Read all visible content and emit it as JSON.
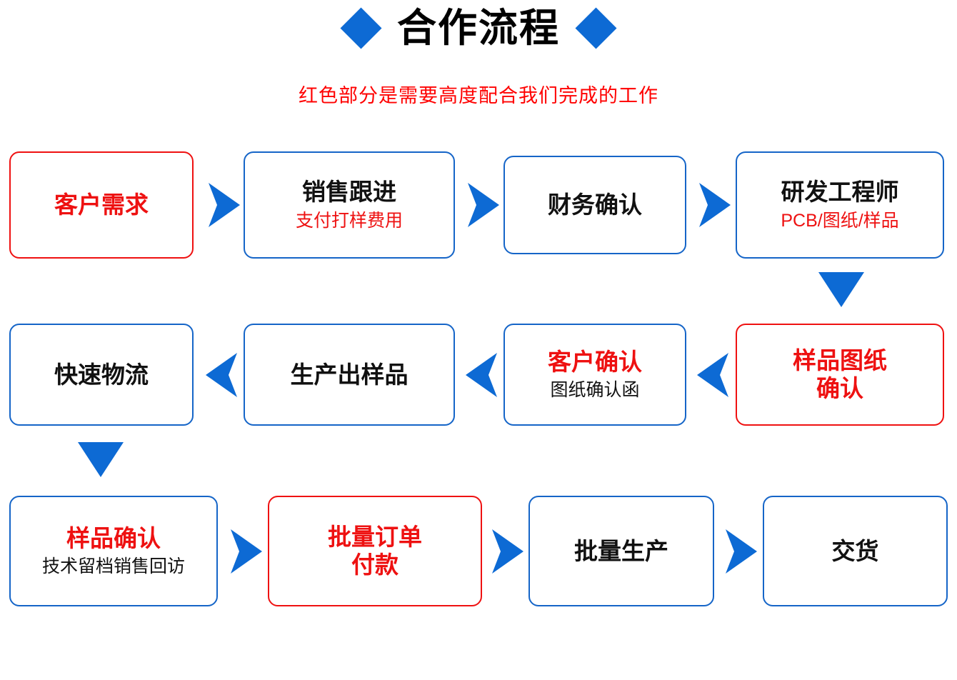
{
  "header": {
    "title": "合作流程",
    "subtitle": "红色部分是需要高度配合我们完成的工作",
    "left_diamond_icon": "diamond-icon",
    "right_diamond_icon": "diamond-icon"
  },
  "colors": {
    "accent_blue": "#0d6ad4",
    "box_blue": "#1565c8",
    "alert_red": "#ee1111",
    "text_black": "#111111",
    "background": "#ffffff"
  },
  "flow": {
    "rows": [
      {
        "direction": "left-to-right",
        "nodes": [
          {
            "main": "客户需求",
            "main_color": "red",
            "sub": "",
            "sub_color": "",
            "border": "red"
          },
          {
            "main": "销售跟进",
            "main_color": "black",
            "sub": "支付打样费用",
            "sub_color": "red",
            "border": "blue"
          },
          {
            "main": "财务确认",
            "main_color": "black",
            "sub": "",
            "sub_color": "",
            "border": "blue"
          },
          {
            "main": "研发工程师",
            "main_color": "black",
            "sub": "PCB/图纸/样品",
            "sub_color": "red",
            "border": "blue"
          }
        ]
      },
      {
        "direction": "right-to-left",
        "nodes": [
          {
            "main": "快速物流",
            "main_color": "black",
            "sub": "",
            "sub_color": "",
            "border": "blue"
          },
          {
            "main": "生产出样品",
            "main_color": "black",
            "sub": "",
            "sub_color": "",
            "border": "blue"
          },
          {
            "main": "客户确认",
            "main_color": "red",
            "sub": "图纸确认函",
            "sub_color": "black",
            "border": "blue"
          },
          {
            "main": "样品图纸\n确认",
            "main_color": "red",
            "sub": "",
            "sub_color": "",
            "border": "red"
          }
        ]
      },
      {
        "direction": "left-to-right",
        "nodes": [
          {
            "main": "样品确认",
            "main_color": "red",
            "sub": "技术留档销售回访",
            "sub_color": "black",
            "border": "blue"
          },
          {
            "main": "批量订单\n付款",
            "main_color": "red",
            "sub": "",
            "sub_color": "",
            "border": "red"
          },
          {
            "main": "批量生产",
            "main_color": "black",
            "sub": "",
            "sub_color": "",
            "border": "blue"
          },
          {
            "main": "交货",
            "main_color": "black",
            "sub": "",
            "sub_color": "",
            "border": "blue"
          }
        ]
      }
    ],
    "connectors": {
      "row1_arrows": [
        "arrow-right-icon",
        "arrow-right-icon",
        "arrow-right-icon"
      ],
      "row2_arrows": [
        "arrow-left-icon",
        "arrow-left-icon",
        "arrow-left-icon"
      ],
      "row3_arrows": [
        "arrow-right-icon",
        "arrow-right-icon",
        "arrow-right-icon"
      ],
      "vertical_right": "arrow-down-icon",
      "vertical_left": "arrow-down-icon"
    }
  }
}
